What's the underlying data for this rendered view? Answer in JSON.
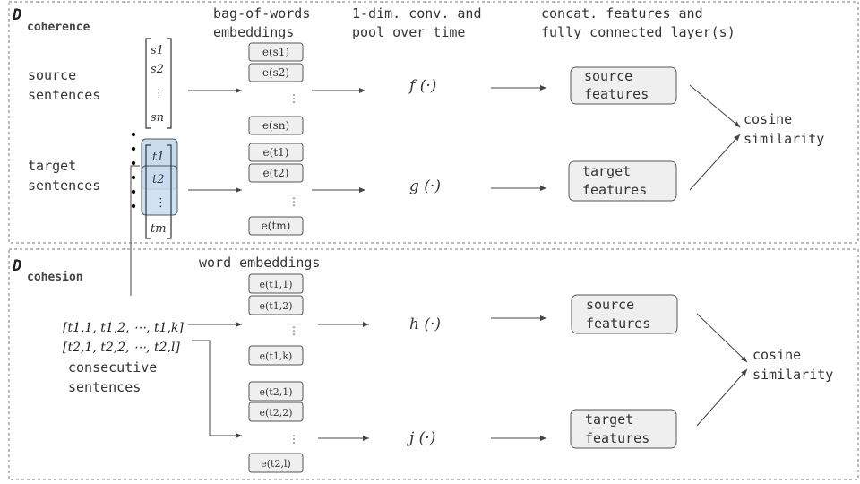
{
  "coherence": {
    "label_main": "D",
    "label_sub": "coherence",
    "headers": [
      "bag-of-words",
      "embeddings",
      "1-dim. conv. and",
      "pool over time",
      "concat. features and",
      "fully connected layer(s)"
    ],
    "source_label": [
      "source",
      "sentences"
    ],
    "target_label": [
      "target",
      "sentences"
    ],
    "source_vector": [
      "s1",
      "s2",
      "⋮",
      "sn"
    ],
    "target_vector": [
      "t1",
      "t2",
      "⋮",
      "tm"
    ],
    "source_embeddings": [
      "e(s1)",
      "e(s2)",
      "⋮",
      "e(sn)"
    ],
    "target_embeddings": [
      "e(t1)",
      "e(t2)",
      "⋮",
      "e(tm)"
    ],
    "f_label": "f (·)",
    "g_label": "g (·)",
    "source_features": [
      "source",
      "features"
    ],
    "target_features": [
      "target",
      "features"
    ],
    "cosine": [
      "cosine",
      "similarity"
    ]
  },
  "cohesion": {
    "label_main": "D",
    "label_sub": "cohesion",
    "header": "word embeddings",
    "row1": "[t1,1, t1,2, ⋯, t1,k]",
    "row2": "[t2,1, t2,2, ⋯, t2,l]",
    "consecutive_label": [
      "consecutive",
      "sentences"
    ],
    "embeddings_1": [
      "e(t1,1)",
      "e(t1,2)",
      "⋮",
      "e(t1,k)"
    ],
    "embeddings_2": [
      "e(t2,1)",
      "e(t2,2)",
      "⋮",
      "e(t2,l)"
    ],
    "h_label": "h (·)",
    "j_label": "j (·)",
    "source_features": [
      "source",
      "features"
    ],
    "target_features": [
      "target",
      "features"
    ],
    "cosine": [
      "cosine",
      "similarity"
    ]
  }
}
